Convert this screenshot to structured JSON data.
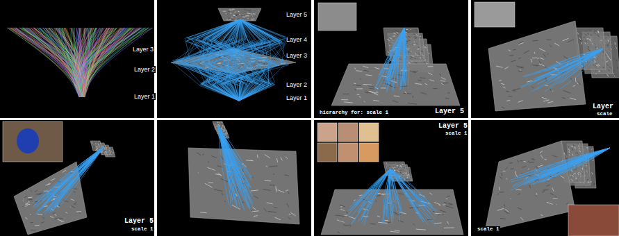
{
  "diagram": {
    "labels": [
      "Layer 3",
      "Layer 2",
      "Layer 1",
      "Layer 5",
      "Layer 4",
      "Layer 3",
      "Layer 2",
      "Layer 1",
      "hierarchy for: scale 1",
      "Layer 5",
      "Layer",
      "scale",
      "Layer 5",
      "scale 1",
      "Layer 5",
      "scale 1",
      "scale 1"
    ]
  }
}
